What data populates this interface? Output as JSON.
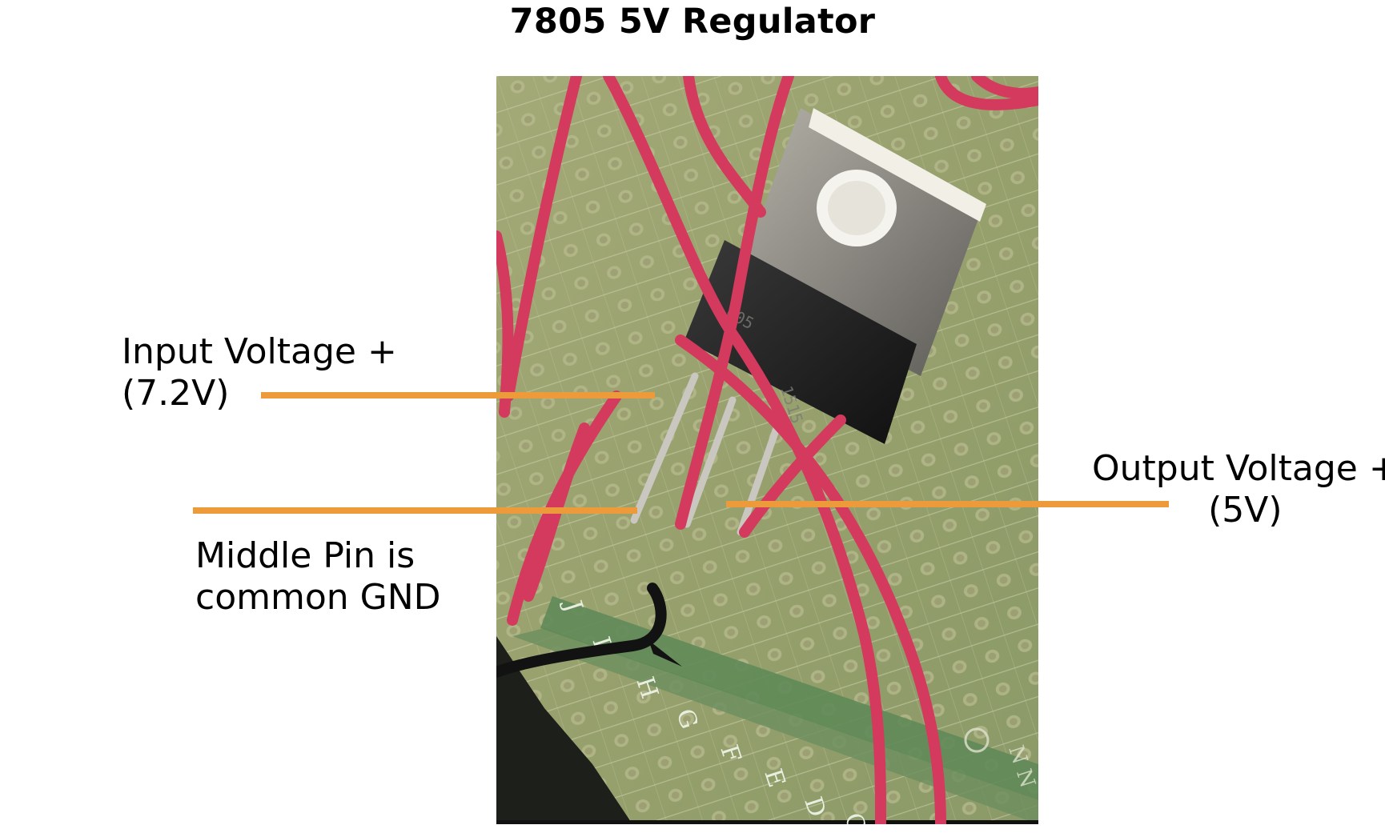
{
  "title": "7805 5V Regulator",
  "photo": {
    "subject": "7805 voltage regulator soldered to perfboard with red wires",
    "row_letters": [
      "J",
      "I",
      "H",
      "G",
      "F",
      "E",
      "D",
      "C"
    ]
  },
  "callouts": {
    "input": {
      "line1": "Input Voltage +",
      "line2": "(7.2V)"
    },
    "ground": {
      "line1": "Middle Pin is",
      "line2": "common GND"
    },
    "output": {
      "line1": "Output Voltage +",
      "line2": "(5V)"
    }
  },
  "colors": {
    "leader": "#ed9b3a",
    "wire_red": "#d23a5a",
    "wire_black": "#111111",
    "board_green": "#9aa470"
  }
}
